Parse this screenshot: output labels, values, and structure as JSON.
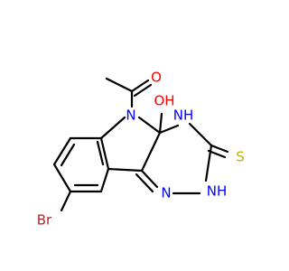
{
  "colors": {
    "background": "#ffffff",
    "bond": "#000000",
    "oxygen": "#ff0000",
    "nitrogen": "#0000ff",
    "sulfur": "#b5b500",
    "bromine": "#a52a2a"
  },
  "labels": {
    "acetyl_oxygen": "O",
    "ring_nitrogen": "N",
    "hydroxyl": "OH",
    "nh_upper": "NH",
    "thione_sulfur": "S",
    "nh_lower": "NH",
    "imine_nitrogen": "N",
    "bromine": "Br"
  }
}
